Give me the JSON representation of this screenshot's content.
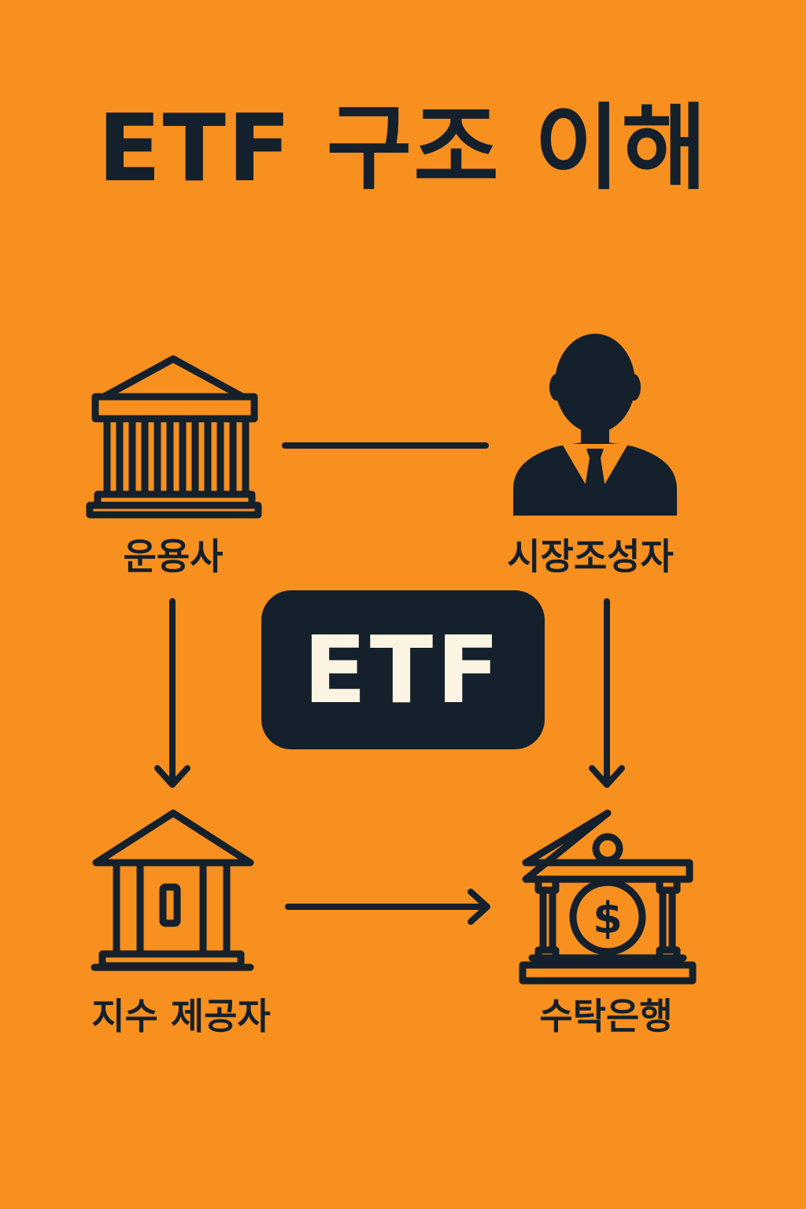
{
  "title": "ETF 구조 이해",
  "center_label": "ETF",
  "nodes": {
    "asset_manager": {
      "label": "운용사",
      "icon": "bank-building-icon"
    },
    "market_maker": {
      "label": "시장조성자",
      "icon": "businessman-icon"
    },
    "index_provider": {
      "label": "지수 제공자",
      "icon": "institution-building-icon"
    },
    "custodian_bank": {
      "label": "수탁은행",
      "icon": "bank-dollar-icon"
    }
  },
  "connections": [
    {
      "from": "asset_manager",
      "to": "market_maker",
      "style": "line"
    },
    {
      "from": "asset_manager",
      "to": "index_provider",
      "style": "arrow"
    },
    {
      "from": "market_maker",
      "to": "custodian_bank",
      "style": "arrow"
    },
    {
      "from": "index_provider",
      "to": "custodian_bank",
      "style": "arrow"
    }
  ],
  "colors": {
    "background": "#F7901E",
    "ink": "#14202B",
    "center_text": "#FBF4E2"
  }
}
